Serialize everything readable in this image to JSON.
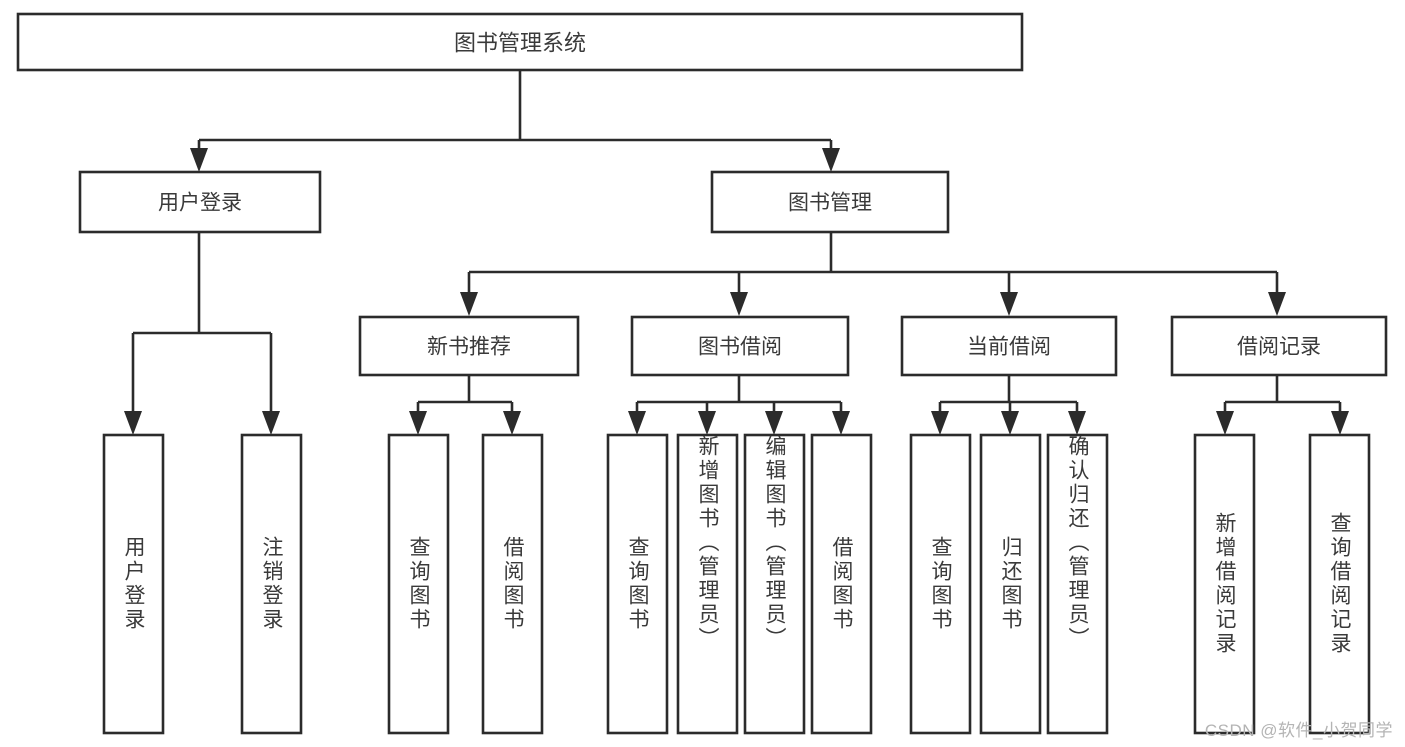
{
  "diagram": {
    "title": "图书管理系统",
    "type": "hierarchy-tree",
    "watermark": "CSDN @软件_小贺同学",
    "colors": {
      "stroke": "#2b2b2b",
      "box_fill": "#ffffff",
      "text": "#3a3a3a",
      "background": "#ffffff",
      "watermark": "#b4b4b4"
    },
    "root": {
      "label": "图书管理系统"
    },
    "level2": [
      {
        "label": "用户登录"
      },
      {
        "label": "图书管理"
      }
    ],
    "level3": [
      {
        "label": "新书推荐"
      },
      {
        "label": "图书借阅"
      },
      {
        "label": "当前借阅"
      },
      {
        "label": "借阅记录"
      }
    ],
    "leaves": {
      "user_login": [
        {
          "label": "用户登录"
        },
        {
          "label": "注销登录"
        }
      ],
      "new_book_recommend": [
        {
          "label": "查询图书"
        },
        {
          "label": "借阅图书"
        }
      ],
      "book_borrow": [
        {
          "label": "查询图书"
        },
        {
          "label": "新增图书（管理员）"
        },
        {
          "label": "编辑图书（管理员）"
        },
        {
          "label": "借阅图书"
        }
      ],
      "current_borrow": [
        {
          "label": "查询图书"
        },
        {
          "label": "归还图书"
        },
        {
          "label": "确认归还（管理员）"
        }
      ],
      "borrow_records": [
        {
          "label": "新增借阅记录"
        },
        {
          "label": "查询借阅记录"
        }
      ]
    }
  }
}
